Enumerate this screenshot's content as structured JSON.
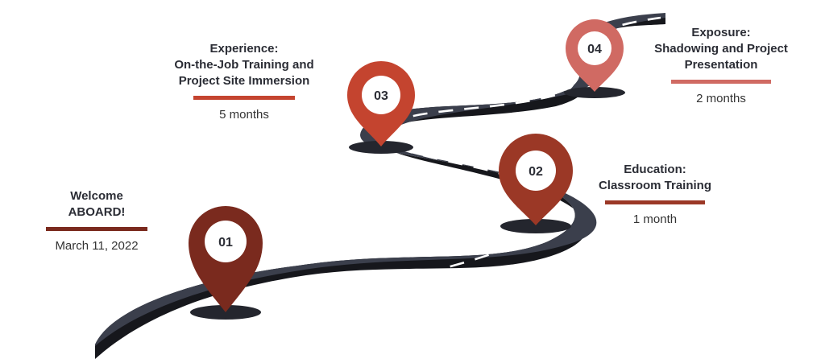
{
  "milestones": [
    {
      "number": "01",
      "title_lines": [
        "Welcome",
        "ABOARD!"
      ],
      "detail": "March 11, 2022",
      "color": "#7a2a1e"
    },
    {
      "number": "02",
      "title_lines": [
        "Education:",
        "Classroom Training"
      ],
      "detail": "1 month",
      "color": "#9b3826"
    },
    {
      "number": "03",
      "title_lines": [
        "Experience:",
        "On-the-Job Training and",
        "Project Site Immersion"
      ],
      "detail": "5 months",
      "color": "#c4442f"
    },
    {
      "number": "04",
      "title_lines": [
        "Exposure:",
        "Shadowing and Project",
        "Presentation"
      ],
      "detail": "2 months",
      "color": "#d06a63"
    }
  ],
  "colors": {
    "road": "#3b3f4c",
    "road_edge": "#16171c",
    "road_marking": "#ffffff",
    "pin_shadow": "#24262e"
  }
}
